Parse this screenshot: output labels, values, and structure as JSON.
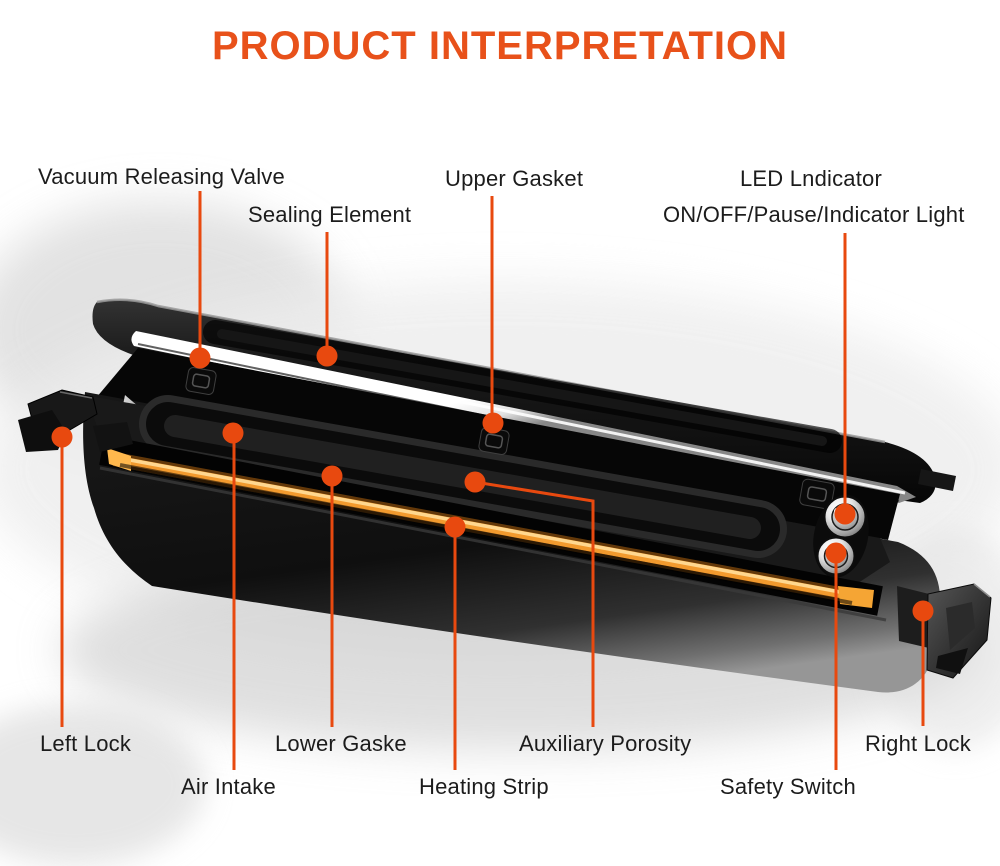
{
  "title": "PRODUCT INTERPRETATION",
  "colors": {
    "accent": "#E8511A",
    "leader_line": "#E8490F",
    "heating_strip": "#F29A2E",
    "device_body": "#141414",
    "sealing_strip_silver": "#D9D9D9",
    "background": "#FFFFFF",
    "label_text": "#1C1C1C"
  },
  "labels": {
    "vacuum_releasing_valve": "Vacuum Releasing Valve",
    "sealing_element": "Sealing Element",
    "upper_gasket": "Upper Gasket",
    "led_indicator": "LED Lndicator",
    "on_off_pause_indicator_light": "ON/OFF/Pause/Indicator Light",
    "left_lock": "Left Lock",
    "air_intake": "Air Intake",
    "lower_gasket": "Lower Gaske",
    "heating_strip": "Heating Strip",
    "auxiliary_porosity": "Auxiliary Porosity",
    "safety_switch": "Safety Switch",
    "right_lock": "Right Lock"
  }
}
